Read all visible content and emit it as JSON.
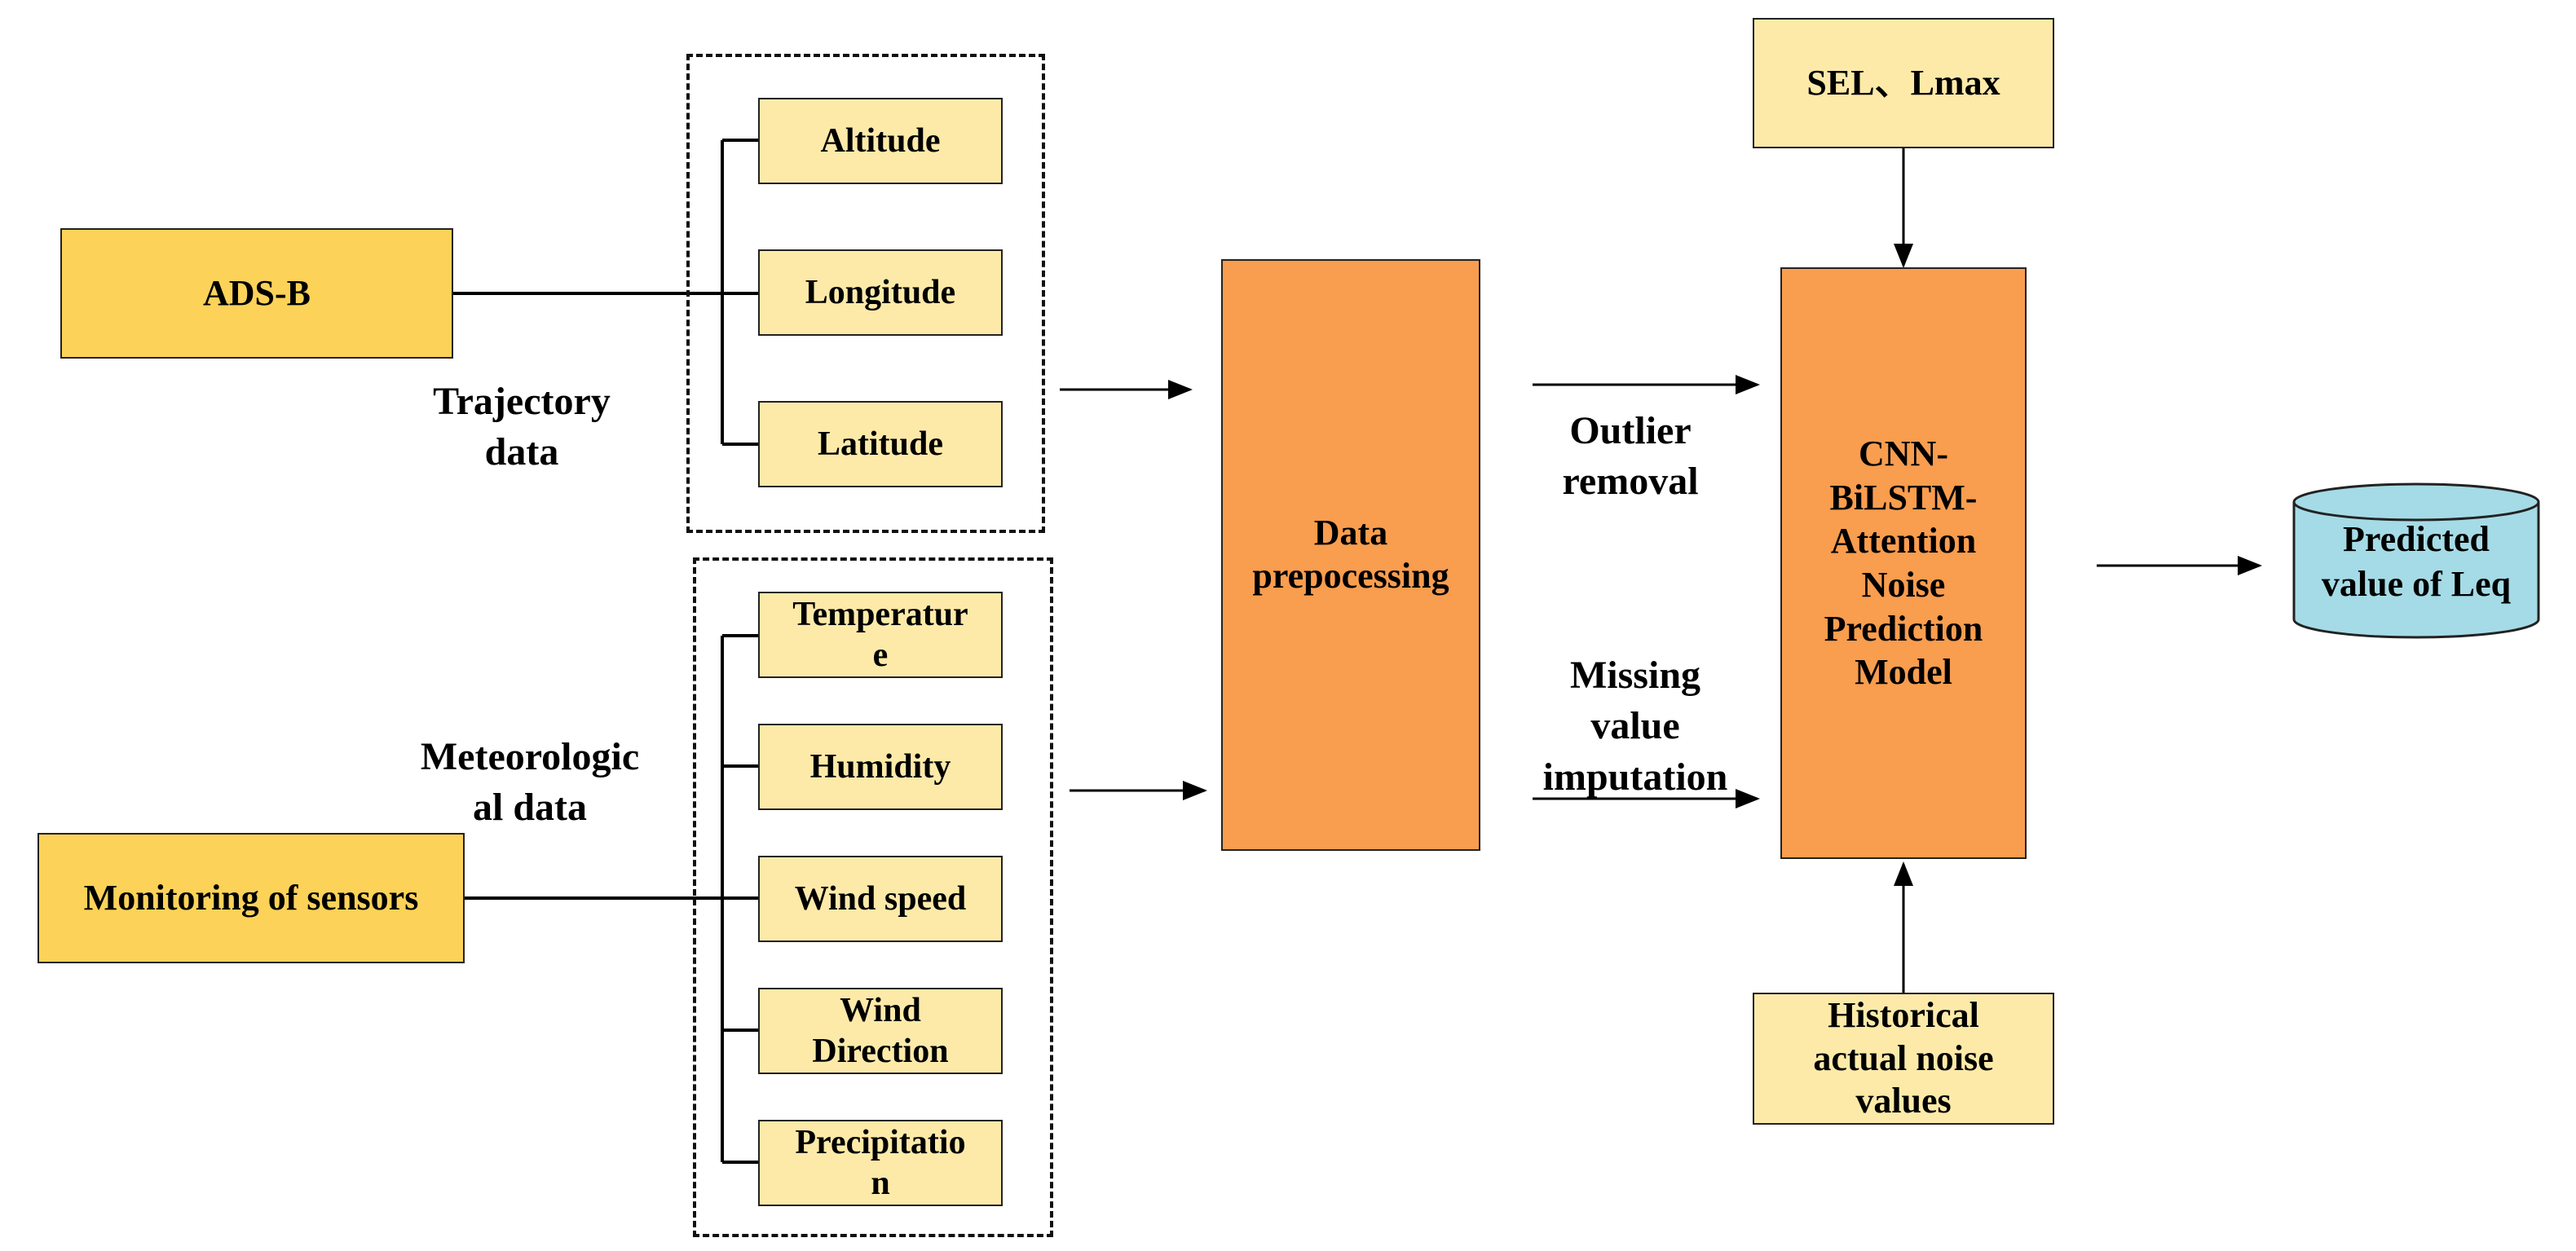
{
  "sources": {
    "adsb": "ADS-B",
    "sensors": "Monitoring of sensors"
  },
  "trajectory": {
    "label_line1": "Trajectory",
    "label_line2": "data",
    "items": [
      "Altitude",
      "Longitude",
      "Latitude"
    ]
  },
  "meteorological": {
    "label_line1": "Meteorologic",
    "label_line2": "al data",
    "items": [
      [
        "Temperatur",
        "e"
      ],
      [
        "Humidity"
      ],
      [
        "Wind speed"
      ],
      [
        "Wind",
        "Direction"
      ],
      [
        "Precipitatio",
        "n"
      ]
    ]
  },
  "preprocessing": [
    "Data",
    "prepocessing"
  ],
  "steps": {
    "outlier": [
      "Outlier",
      "removal"
    ],
    "missing": [
      "Missing",
      "value",
      "imputation"
    ]
  },
  "model": [
    "CNN-",
    "BiLSTM-",
    "Attention",
    "Noise",
    "Prediction",
    "Model"
  ],
  "inputs": {
    "sel": "SEL、Lmax",
    "historical": [
      "Historical",
      "actual noise",
      "values"
    ]
  },
  "output": [
    "Predicted",
    "value of Leq"
  ],
  "colors": {
    "source": "#fcd258",
    "attribute": "#fdeaa9",
    "process": "#f99d4f",
    "output": "#a5dbe6"
  }
}
